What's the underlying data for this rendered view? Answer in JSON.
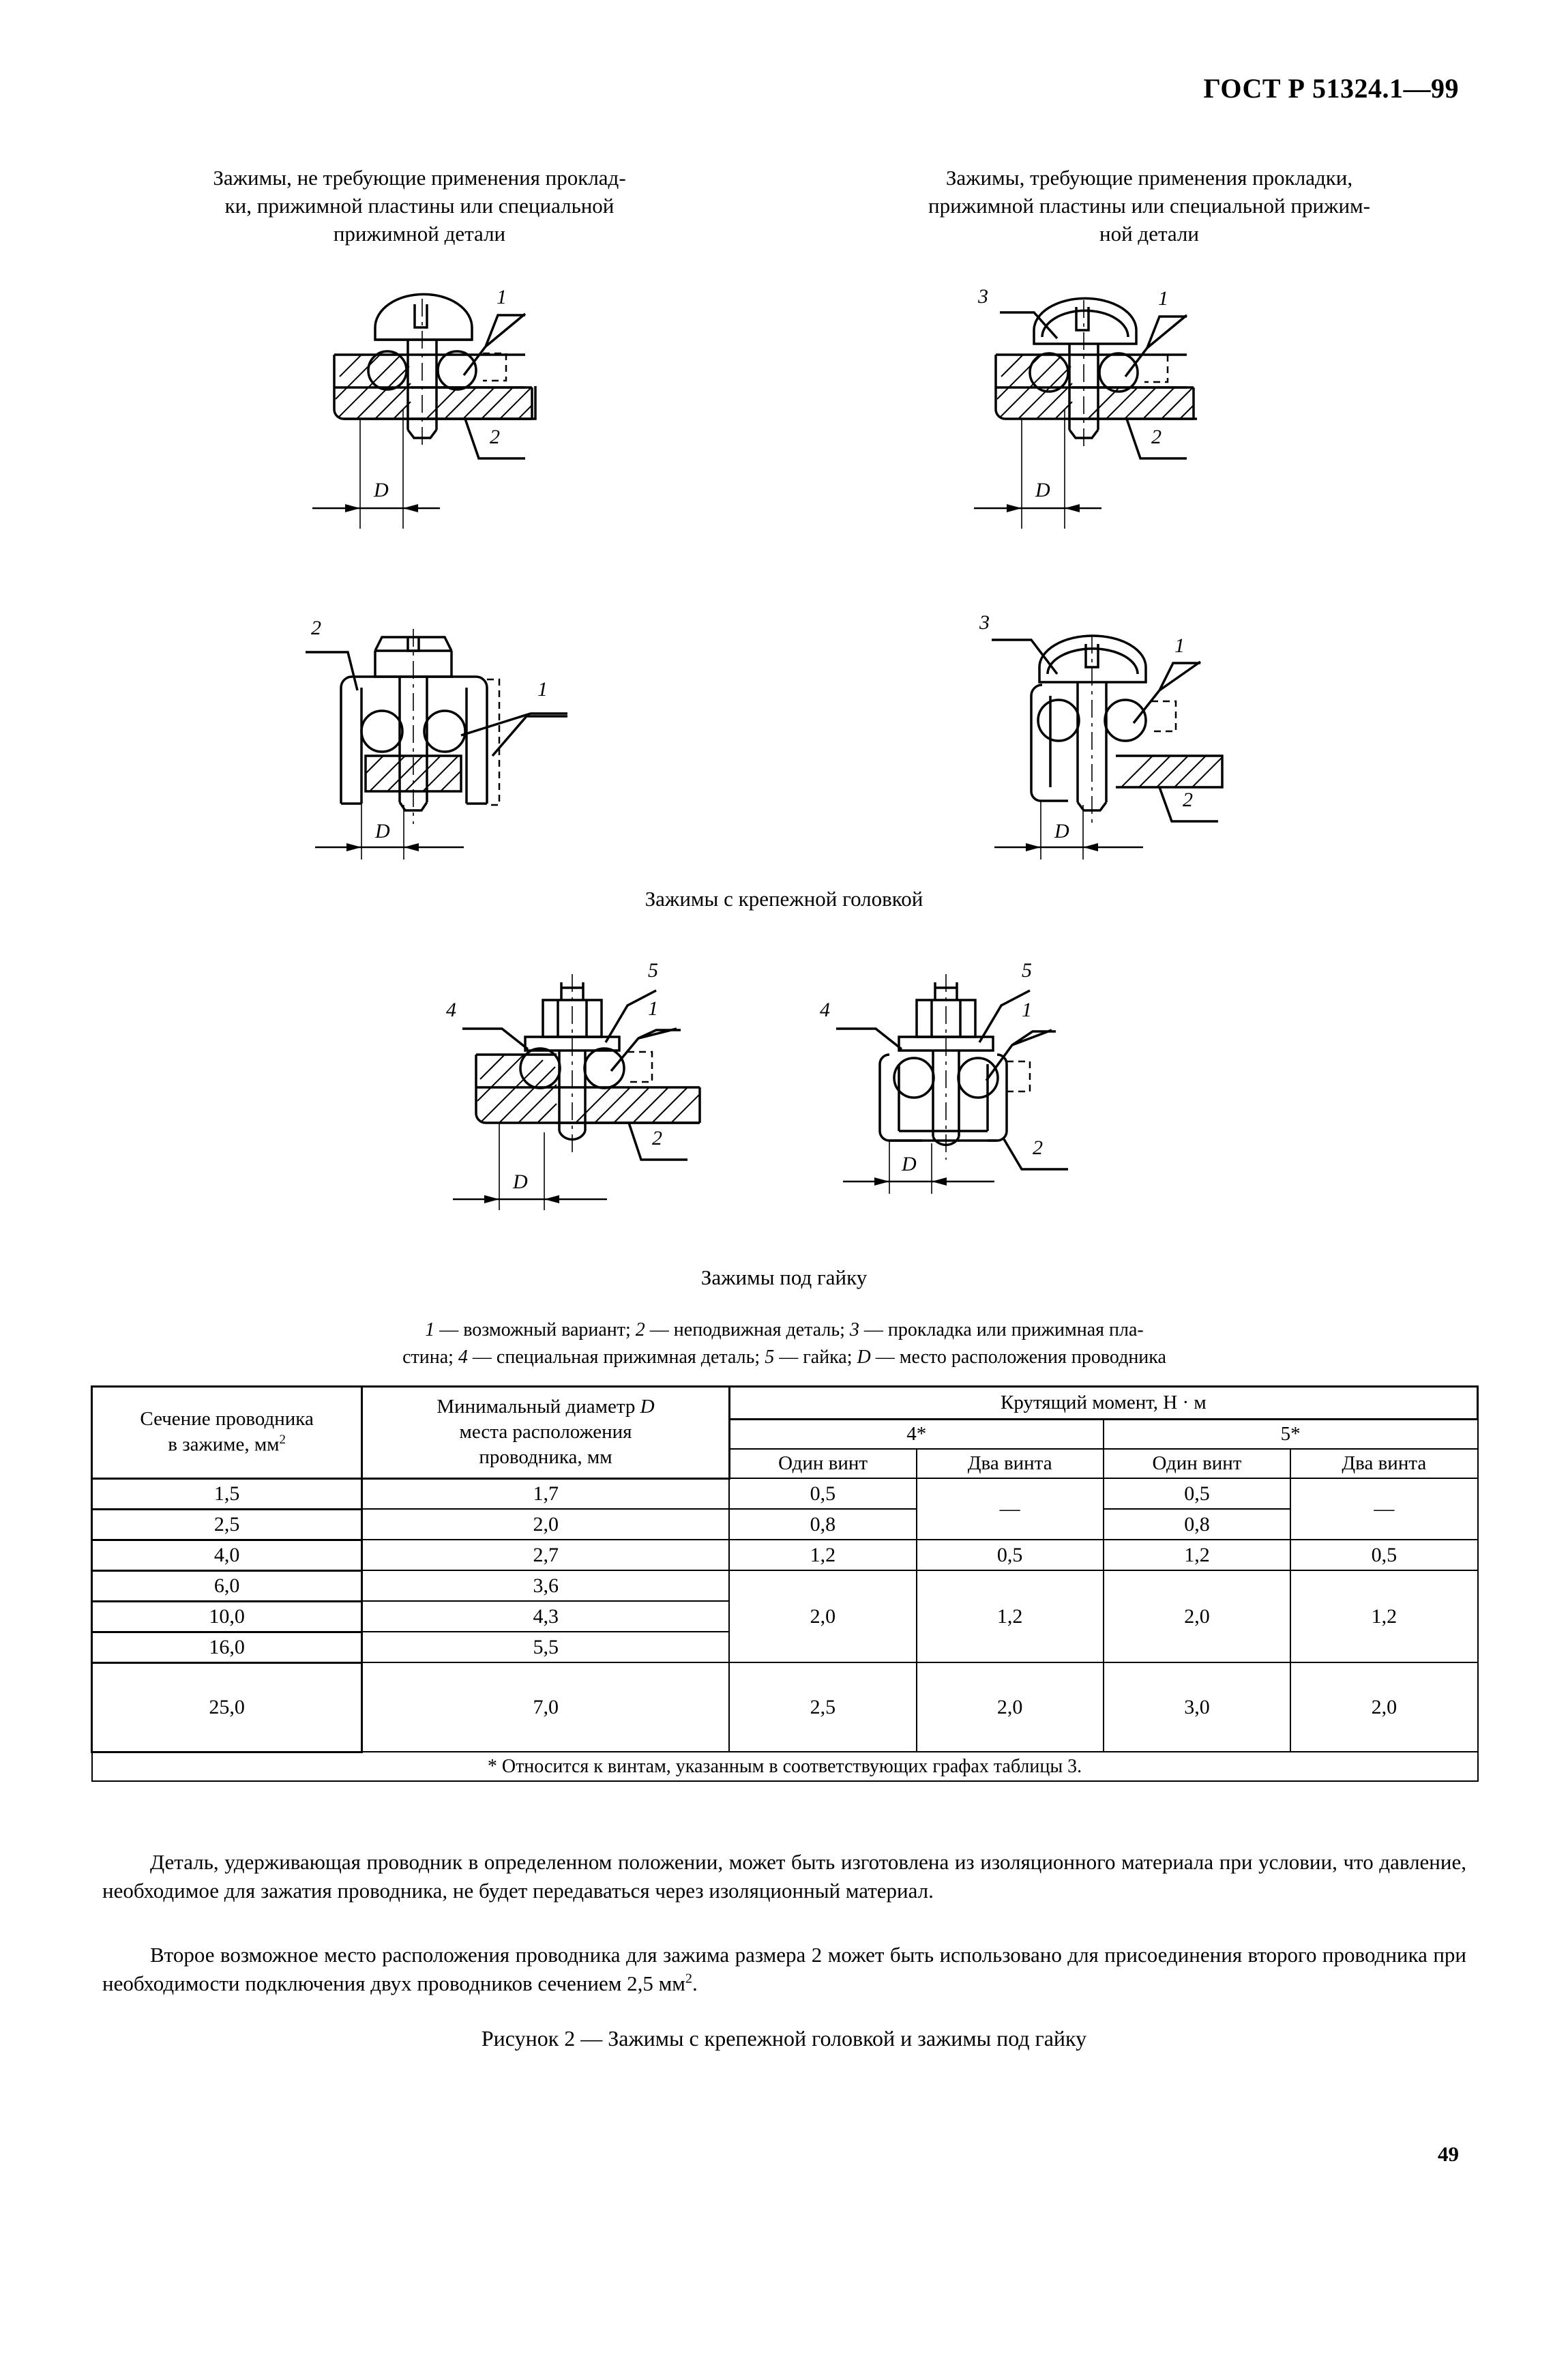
{
  "header": {
    "standard": "ГОСТ Р 51324.1—99"
  },
  "captions": {
    "left": {
      "line1": "Зажимы, не требующие применения проклад-",
      "line2": "ки, прижимной пластины или специальной",
      "line3": "прижимной детали"
    },
    "right": {
      "line1": "Зажимы,  требующие применения прокладки,",
      "line2": "прижимной пластины или специальной прижим-",
      "line3": "ной детали"
    },
    "with_head": "Зажимы с крепежной головкой",
    "under_nut": "Зажимы под гайку"
  },
  "legend": {
    "line1_a": "1",
    "line1_b": " — возможный вариант; ",
    "line1_c": "2",
    "line1_d": " — неподвижная деталь; ",
    "line1_e": "3",
    "line1_f": " — прокладка или прижимная пла-",
    "line2_a": "стина; ",
    "line2_b": "4",
    "line2_c": " — специальная прижимная деталь; ",
    "line2_d": "5",
    "line2_e": " — гайка; ",
    "line2_f": "D",
    "line2_g": " — место расположения проводника"
  },
  "drawing_labels": {
    "one": "1",
    "two": "2",
    "three": "3",
    "four": "4",
    "five": "5",
    "dim": "D"
  },
  "table": {
    "header": {
      "col1_l1": "Сечение  проводника",
      "col1_l2": "в зажиме, мм",
      "col1_sup": "2",
      "col2_l1_a": "Минимальный диаметр ",
      "col2_l1_b": "D",
      "col2_l2": "места расположения",
      "col2_l3": "проводника, мм",
      "torque": "Крутящий момент, Н · м",
      "group_4": "4*",
      "group_5": "5*",
      "one_screw": "Один  винт",
      "two_screws": "Два  винта"
    },
    "rows": [
      {
        "section": "1,5",
        "diameter": "1,7",
        "t4_one": "0,5",
        "t4_two": "—",
        "t5_one": "0,5",
        "t5_two": "—"
      },
      {
        "section": "2,5",
        "diameter": "2,0",
        "t4_one": "0,8",
        "t4_two": "",
        "t5_one": "0,8",
        "t5_two": ""
      },
      {
        "section": "4,0",
        "diameter": "2,7",
        "t4_one": "1,2",
        "t4_two": "0,5",
        "t5_one": "1,2",
        "t5_two": "0,5"
      },
      {
        "section": "6,0",
        "diameter": "3,6",
        "t4_one": "2,0",
        "t4_two": "1,2",
        "t5_one": "2,0",
        "t5_two": "1,2"
      },
      {
        "section": "10,0",
        "diameter": "4,3",
        "t4_one": "",
        "t4_two": "",
        "t5_one": "",
        "t5_two": ""
      },
      {
        "section": "16,0",
        "diameter": "5,5",
        "t4_one": "",
        "t4_two": "",
        "t5_one": "",
        "t5_two": ""
      },
      {
        "section": "25,0",
        "diameter": "7,0",
        "t4_one": "2,5",
        "t4_two": "2,0",
        "t5_one": "3,0",
        "t5_two": "2,0"
      }
    ],
    "footnote": "* Относится к винтам, указанным в соответствующих графах таблицы 3."
  },
  "body": {
    "para1": "Деталь, удерживающая проводник в определенном положении, может быть изготовлена из изоляционного материала при условии, что давление, необходимое для зажатия проводника, не будет передаваться через изоляционный материал.",
    "para2_a": "Второе возможное место расположения проводника для зажима размера 2 может быть использовано для присоединения второго проводника при необходимости подключения двух проводников сечением 2,5 мм",
    "para2_sup": "2",
    "para2_b": "."
  },
  "figure_caption": "Рисунок 2 — Зажимы с крепежной головкой и зажимы под гайку",
  "page_number": "49"
}
